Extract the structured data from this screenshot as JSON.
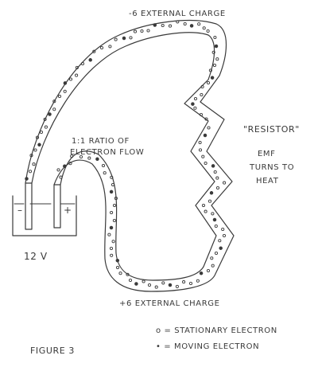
{
  "figure": {
    "label": "FIGURE 3",
    "top_charge": "-6 EXTERNAL CHARGE",
    "bottom_charge": "+6 EXTERNAL CHARGE",
    "ratio_line1": "1:1 RATIO OF",
    "ratio_line2": "ELECTRON FLOW",
    "resistor": "\"RESISTOR\"",
    "emf_line1": "EMF",
    "emf_line2": "TURNS TO",
    "emf_line3": "HEAT",
    "battery_label": "12 V",
    "minus_sign": "–",
    "plus_sign": "+"
  },
  "legend": {
    "stationary": "o = STATIONARY ELECTRON",
    "moving": "• = MOVING ELECTRON"
  },
  "colors": {
    "ink": "#3a3a3a",
    "paper": "#ffffff"
  }
}
